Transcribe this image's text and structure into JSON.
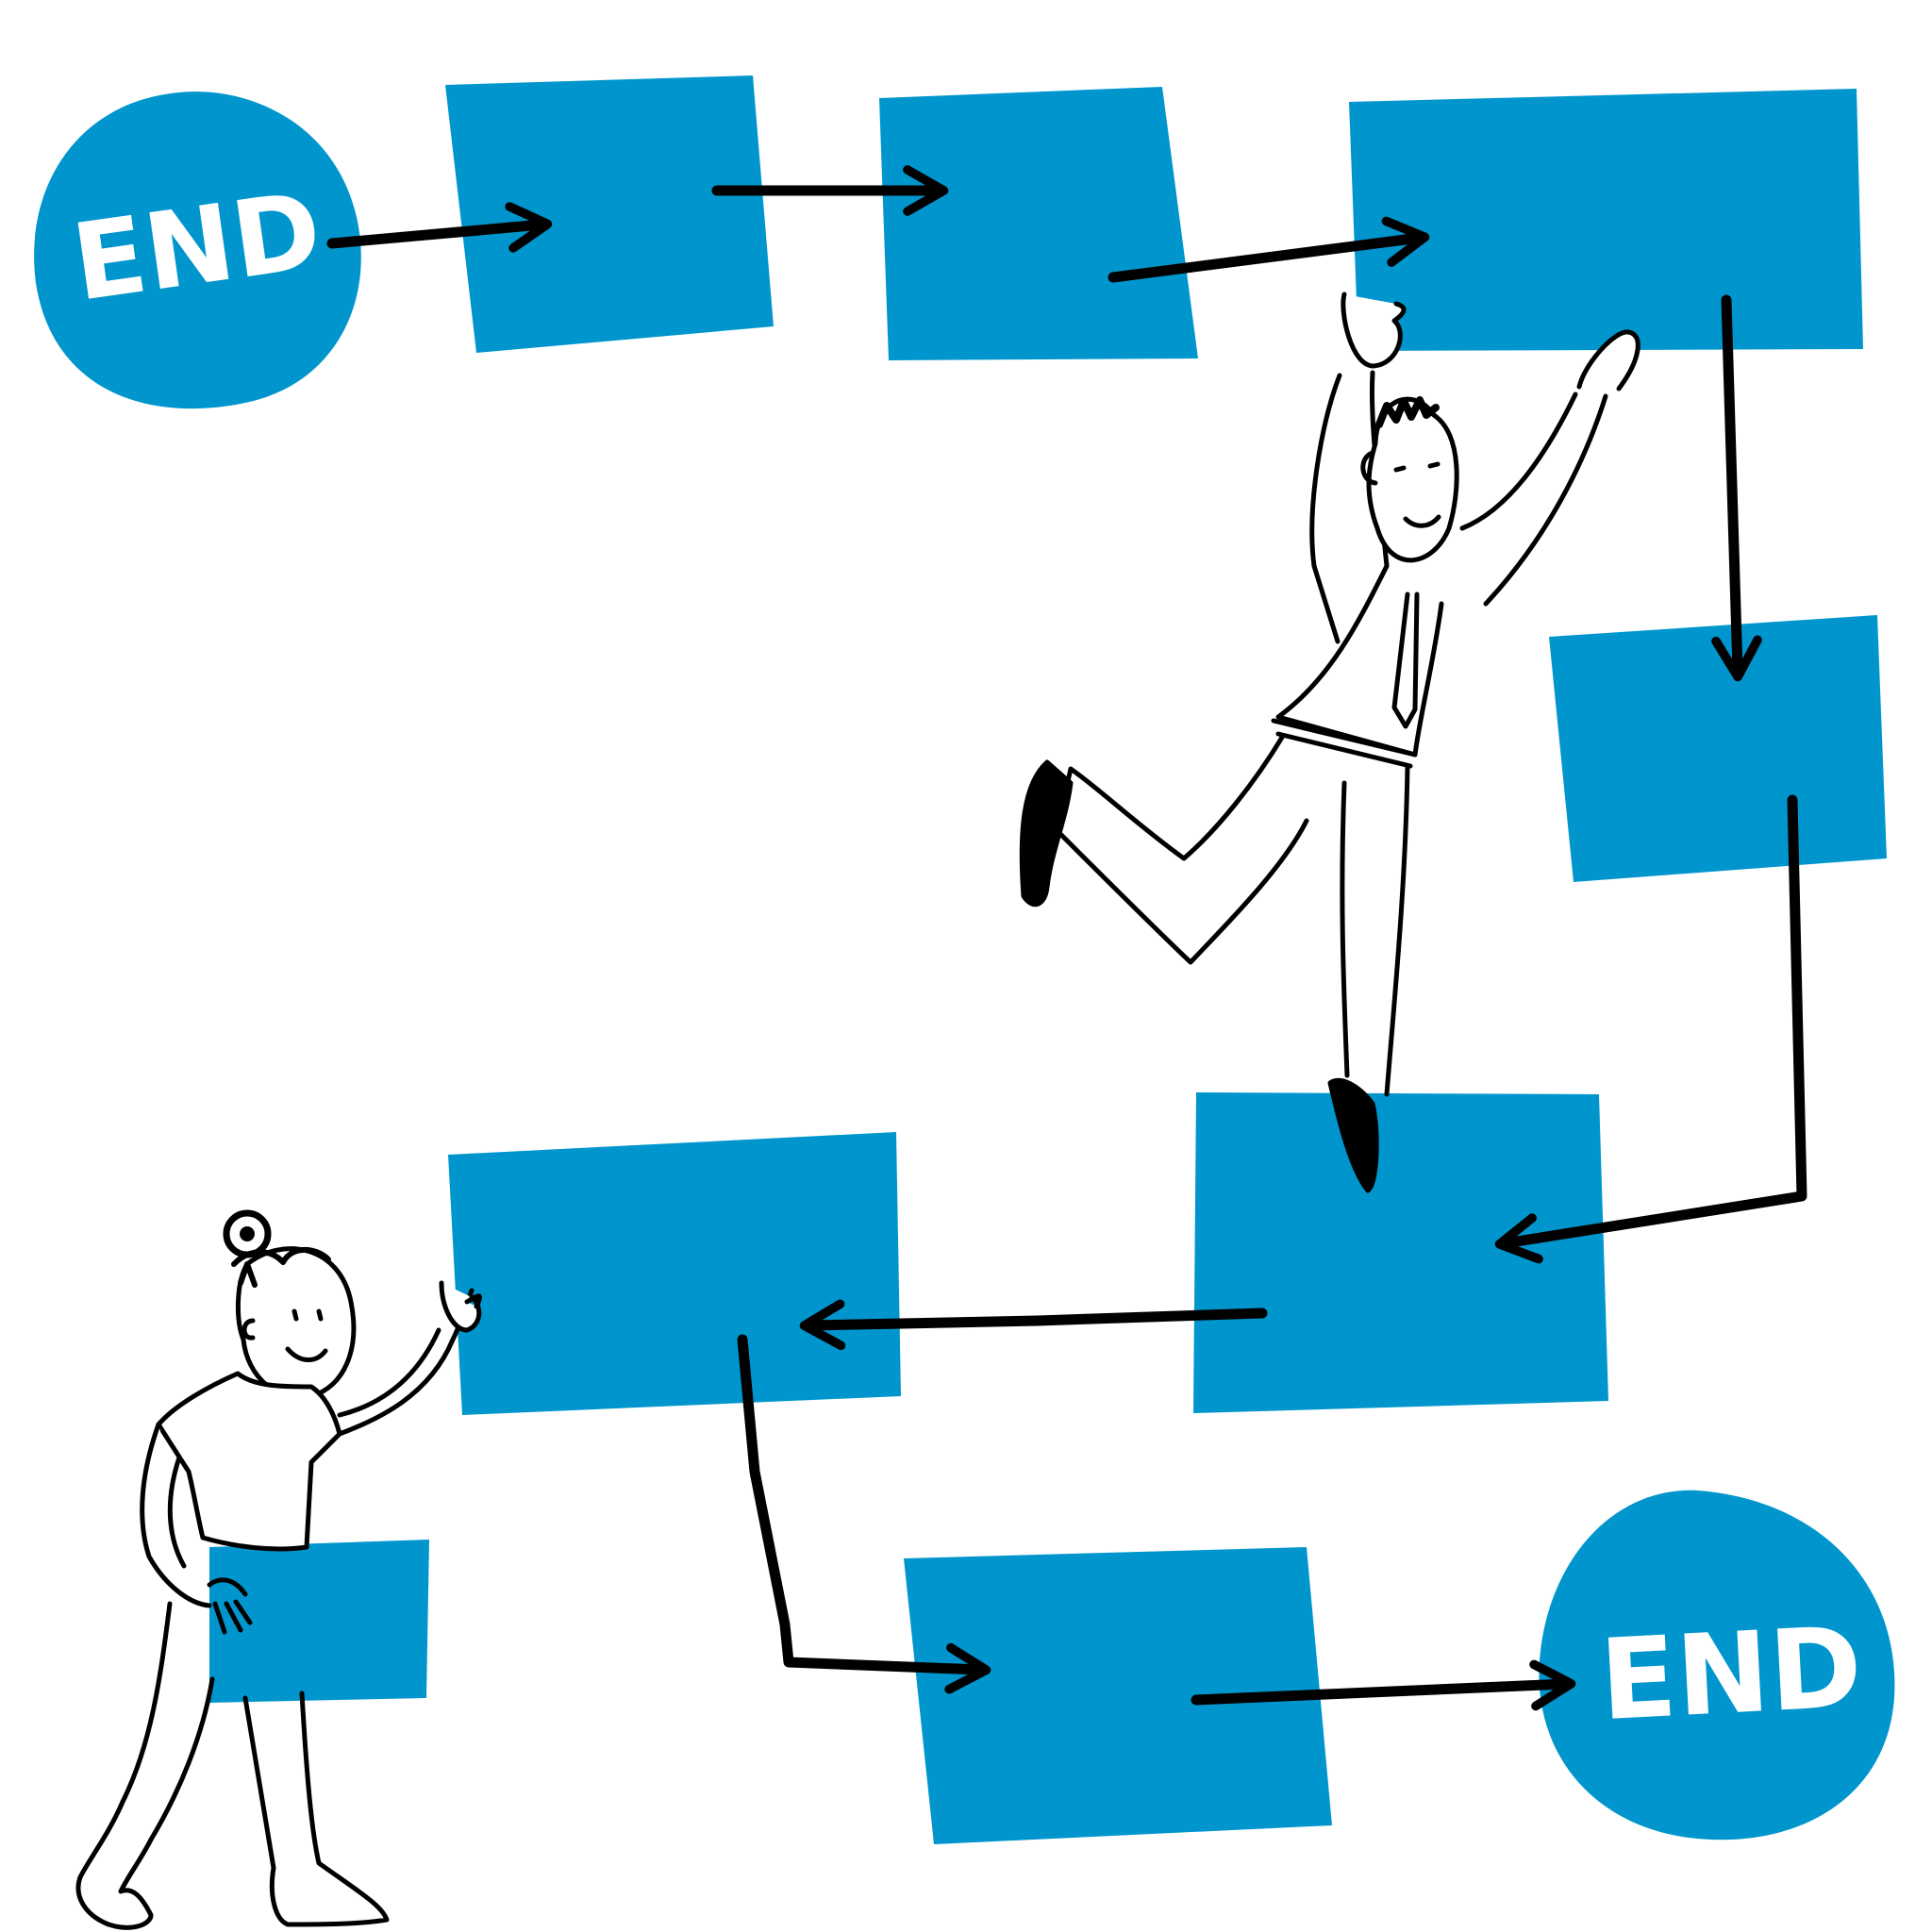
{
  "colors": {
    "box_blue": "#0096cd",
    "ink": "#000000",
    "background": "#ffffff"
  },
  "nodes": {
    "start_terminal": {
      "label": "END"
    },
    "end_terminal": {
      "label": "END"
    }
  },
  "figures": [
    "man-hanging-figure",
    "woman-figure"
  ]
}
